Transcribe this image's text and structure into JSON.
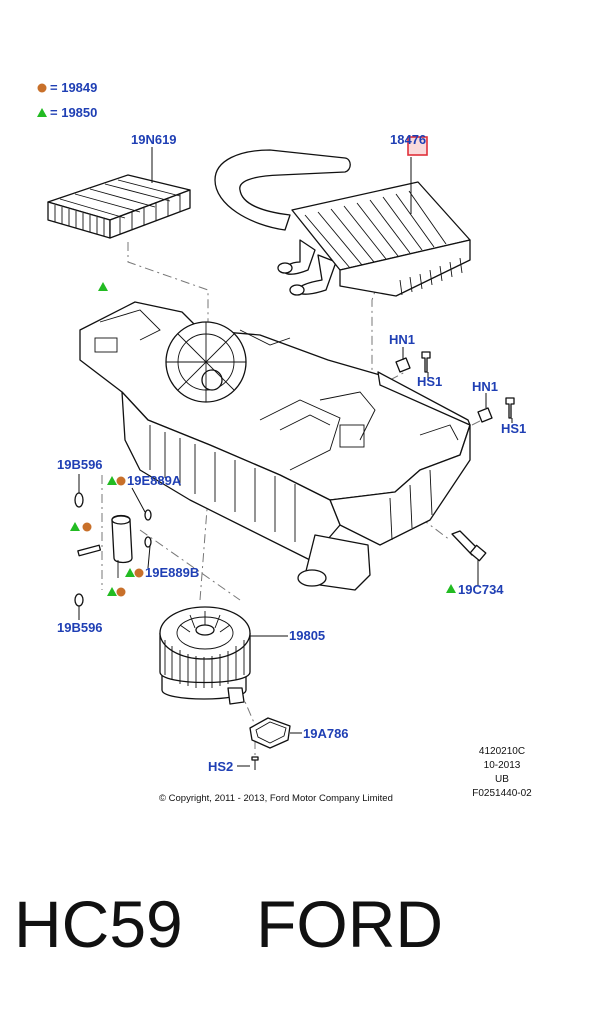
{
  "legend": [
    {
      "symbol": "circle",
      "color": "#c8702a",
      "prefix": "= ",
      "code": "19849"
    },
    {
      "symbol": "triangle",
      "color": "#22bb22",
      "prefix": "= ",
      "code": "19850"
    }
  ],
  "callouts": {
    "cabin_filter": "19N619",
    "heater_core": "18476",
    "nut_hn1_a": "HN1",
    "screw_hs1_a": "HS1",
    "nut_hn1_b": "HN1",
    "screw_hs1_b": "HS1",
    "o_ring_top": "19B596",
    "seal_top": "19E889A",
    "seal_bottom": "19E889B",
    "o_ring_bottom": "19B596",
    "temp_sensor": "19C734",
    "blower_motor": "19805",
    "resistor": "19A786",
    "screw_hs2": "HS2"
  },
  "reference_block": [
    "4120210C",
    "10-2013",
    "UB",
    "F0251440-02"
  ],
  "copyright": "© Copyright, 2011 - 2013, Ford Motor Company Limited",
  "caption": "HC59    FORD",
  "colors": {
    "label_blue": "#1f3fb4",
    "highlight_red": "#e0303a",
    "orange": "#c8702a",
    "green": "#22bb22"
  }
}
